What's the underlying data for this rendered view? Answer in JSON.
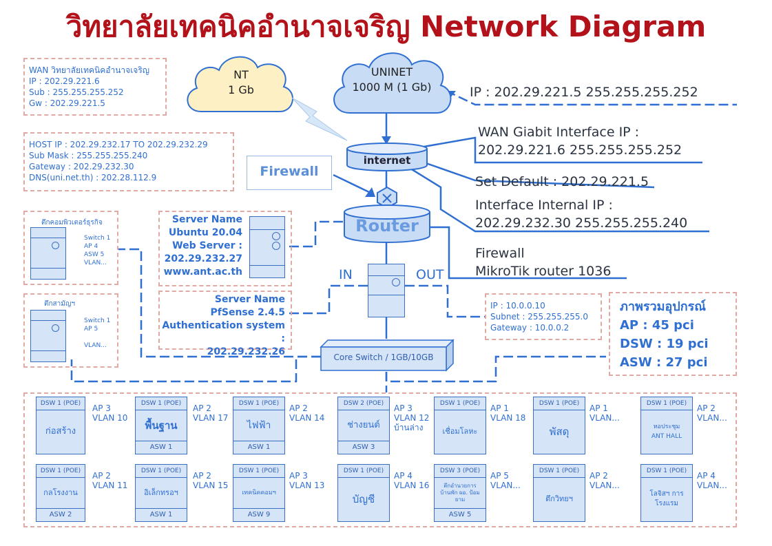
{
  "title": "วิทยาลัยเทคนิคอำนาจเจริญ Network Diagram",
  "wan_box": {
    "lines": [
      "WAN วิทยาลัยเทคนิคอำนาจเจริญ",
      "IP : 202.29.221.6",
      "Sub : 255.255.255.252",
      "Gw : 202.29.221.5"
    ]
  },
  "host_box": {
    "lines": [
      "HOST IP : 202.29.232.17  TO  202.29.232.29",
      "Sub Mask : 255.255.255.240",
      "Gateway : 202.29.232.30",
      "DNS(uni.net.th) : 202.28.112.9"
    ]
  },
  "clouds": {
    "nt": {
      "line1": "NT",
      "line2": "1 Gb"
    },
    "uninet": {
      "line1": "UNINET",
      "line2": "1000 M (1 Gb)"
    }
  },
  "uninet_ip": "IP : 202.29.221.5  255.255.255.252",
  "internet_label": "internet",
  "router_label": "Router",
  "firewall_label": "Firewall",
  "wan_interface": {
    "line1": "WAN Giabit Interface IP :",
    "line2": "202.29.221.6  255.255.255.252"
  },
  "set_default": "Set Default : 202.29.221.5",
  "interface_internal": {
    "line1": "Interface Internal IP :",
    "line2": "202.29.232.30  255.255.255.240"
  },
  "firewall_info": {
    "line1": "Firewall",
    "line2": "MikroTik router 1036"
  },
  "in_label": "IN",
  "out_label": "OUT",
  "ubuntu_server": {
    "lines": [
      "Server Name",
      "Ubuntu 20.04",
      "Web Server :",
      "202.29.232.27",
      "www.ant.ac.th"
    ]
  },
  "pfsense_server": {
    "lines": [
      "Server Name",
      "PfSense 2.4.5",
      "Authentication system :",
      "202.29.232.26"
    ]
  },
  "lan_box": {
    "lines": [
      "IP : 10.0.0.10",
      "Subnet : 255.255.255.0",
      "Gateway : 10.0.0.2"
    ]
  },
  "summary": {
    "heading": "ภาพรวมอุปกรณ์",
    "ap": "AP : 45 pci",
    "dsw": "DSW : 19 pci",
    "asw": "ASW : 27 pci"
  },
  "core_switch": "Core Switch / 1GB/10GB",
  "building_business": {
    "title": "ตึกคอมพิวเตอร์ธุรกิจ",
    "lines": [
      "Switch 1",
      "AP 4",
      "ASW 5",
      "VLAN..."
    ]
  },
  "building_admin": {
    "title": "ตึกสามัญฯ",
    "lines": [
      "Switch 1",
      "AP 5",
      "",
      "VLAN..."
    ]
  },
  "devices": [
    {
      "top": "DSW 1 (POE)",
      "name": "ก่อสร้าง",
      "bottom": "",
      "ap": "AP 3",
      "vlan": "VLAN 10",
      "extra": ""
    },
    {
      "top": "DSW 1 (POE)",
      "name": "พื้นฐาน",
      "bottom": "ASW 1",
      "ap": "AP 2",
      "vlan": "VLAN 17",
      "extra": ""
    },
    {
      "top": "DSW 1 (POE)",
      "name": "ไฟฟ้า",
      "bottom": "ASW 1",
      "ap": "AP 2",
      "vlan": "VLAN 14",
      "extra": ""
    },
    {
      "top": "DSW 2 (POE)",
      "name": "ช่างยนต์",
      "bottom": "ASW 3",
      "ap": "AP 3",
      "vlan": "VLAN 12",
      "extra": "บ้านล่าง"
    },
    {
      "top": "DSW 1 (POE)",
      "name": "เชื่อมโลหะ",
      "bottom": "",
      "ap": "AP 1",
      "vlan": "VLAN 18",
      "extra": ""
    },
    {
      "top": "DSW 1 (POE)",
      "name": "พัสดุ",
      "bottom": "",
      "ap": "AP 1",
      "vlan": "VLAN...",
      "extra": ""
    },
    {
      "top": "DSW 1 (POE)",
      "name": "หอประชุม ANT HALL",
      "bottom": "",
      "ap": "AP 2",
      "vlan": "VLAN...",
      "extra": ""
    },
    {
      "top": "DSW 1 (POE)",
      "name": "กลโรงงาน",
      "bottom": "ASW 2",
      "ap": "AP 2",
      "vlan": "VLAN 11",
      "extra": ""
    },
    {
      "top": "DSW 1 (POE)",
      "name": "อิเล็กทรอฯ",
      "bottom": "ASW 1",
      "ap": "AP 2",
      "vlan": "VLAN 15",
      "extra": ""
    },
    {
      "top": "DSW 1 (POE)",
      "name": "เทคนิคคอมฯ",
      "bottom": "ASW 9",
      "ap": "AP 3",
      "vlan": "VLAN 13",
      "extra": ""
    },
    {
      "top": "DSW 1 (POE)",
      "name": "บัญชี",
      "bottom": "",
      "ap": "AP 4",
      "vlan": "VLAN 16",
      "extra": ""
    },
    {
      "top": "DSW 3 (POE)",
      "name": "ตึกอำนวยการ บ้านพัก ผอ. ป้อมยาม",
      "bottom": "ASW 5",
      "ap": "AP 5",
      "vlan": "VLAN...",
      "extra": ""
    },
    {
      "top": "DSW 1 (POE)",
      "name": "ตึกวิทยฯ",
      "bottom": "",
      "ap": "AP 2",
      "vlan": "VLAN...",
      "extra": ""
    },
    {
      "top": "DSW 1 (POE)",
      "name": "โลจิสฯ การโรงแรม",
      "bottom": "",
      "ap": "AP 4",
      "vlan": "VLAN...",
      "extra": ""
    }
  ],
  "colors": {
    "title": "#b3121b",
    "line": "#2f6fd1",
    "device_fill": "#d6e4f8",
    "dash_box": "#e2a9a4",
    "nt_cloud": "#fdf0c4",
    "uninet_cloud": "#c9dcf5"
  }
}
